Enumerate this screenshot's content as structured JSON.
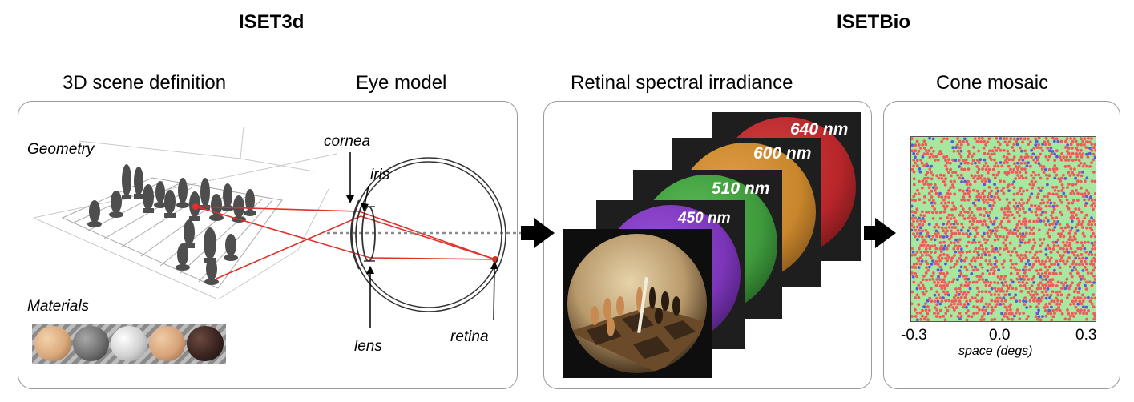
{
  "headers": {
    "left": "ISET3d",
    "right": "ISETBio"
  },
  "sections": {
    "scene": "3D scene definition",
    "eye": "Eye model",
    "retinal": "Retinal spectral irradiance",
    "cone": "Cone mosaic"
  },
  "labels": {
    "geometry": "Geometry",
    "materials": "Materials",
    "cornea": "cornea",
    "iris": "iris",
    "lens": "lens",
    "retina": "retina"
  },
  "wavelengths": [
    "640 nm",
    "600 nm",
    "510 nm",
    "450 nm"
  ],
  "wavelength_colors": [
    "#b8262a",
    "#c9862c",
    "#3e9a3c",
    "#7b35b8"
  ],
  "materials_swatches": [
    "#d9a97a",
    "#6e6e6e",
    "#d0d0d0",
    "#d6a27a",
    "#3a2420"
  ],
  "cone_mosaic": {
    "ticks": [
      "-0.3",
      "0.0",
      "0.3"
    ],
    "xlabel": "space (degs)",
    "cone_colors": [
      "#ef5a5a",
      "#a6e8a0",
      "#5a5ad8"
    ]
  },
  "ray_color": "#e0312b"
}
